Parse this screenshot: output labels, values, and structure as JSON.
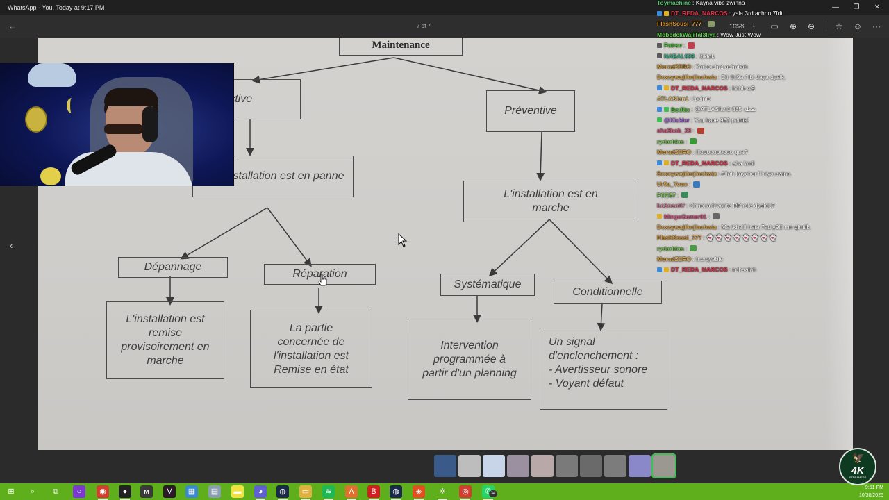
{
  "window": {
    "title": "WhatsApp - You, Today at 9:17 PM",
    "controls": {
      "minimize": "—",
      "restore": "❐",
      "close": "✕"
    }
  },
  "viewer": {
    "back_icon": "←",
    "page_counter": "7 of 7",
    "zoom_level": "165%",
    "zoom_caret": "⌄",
    "icons": {
      "fit": "▭",
      "zoom_in": "⊕",
      "zoom_out": "⊖",
      "favorite": "☆",
      "emoji": "☺",
      "more": "···"
    },
    "prev_icon": "‹"
  },
  "document": {
    "root": "Maintenance",
    "corrective": "rective",
    "corrective_state": "nstallation est en panne",
    "preventive": "Préventive",
    "preventive_state": "L'installation est en marche",
    "depannage": "Dépannage",
    "depannage_desc": "L'installation est remise provisoirement en marche",
    "reparation": "Réparation",
    "reparation_desc": "La partie concernée de l'installation est Remise en état",
    "systematique": "Systématique",
    "systematique_desc": "Intervention programmée à partir d'un planning",
    "conditionnelle": "Conditionnelle",
    "conditionnelle_desc_1": "Un signal d'enclenchement :",
    "conditionnelle_desc_2": "- Avertisseur sonore",
    "conditionnelle_desc_3": "- Voyant défaut"
  },
  "chat": [
    {
      "user": "Toymachine",
      "color": "#4fc36a",
      "msg": ": Kayna vibe zwinna",
      "badges": []
    },
    {
      "user": "DT_REDA_NARCOS",
      "color": "#e0304a",
      "msg": ": yala 3rd achno 7fdti",
      "badges": [
        "#3a8be0",
        "#e0b020"
      ]
    },
    {
      "user": "FlashSousi_777",
      "color": "#e39a2a",
      "msg": ":",
      "badges": [],
      "emote": "#8a9a6a"
    },
    {
      "user": "MobedekWajiTal3liya",
      "color": "#5fd04a",
      "msg": ": Wow Just Wow",
      "badges": []
    },
    {
      "user": "Patrav",
      "color": "#5fd04a",
      "msg": ":",
      "badges": [
        "#5a5a5a"
      ],
      "emote": "#c04050"
    },
    {
      "user": "NABAL999",
      "color": "#3ab08a",
      "msg": ": !tiktok",
      "badges": [
        "#5a5a5a"
      ]
    },
    {
      "user": "MoradZERO",
      "color": "#d9a040",
      "msg": ": 7arko chat achabab",
      "badges": []
    },
    {
      "user": "Doxxywajiferjfachwia",
      "color": "#d9a040",
      "msg": ": Dir thi9a f ibi daya dyalk.",
      "badges": []
    },
    {
      "user": "DT_REDA_NARCOS",
      "color": "#e0304a",
      "msg": ": hhhh w9",
      "badges": [
        "#3a8be0",
        "#e0b020"
      ]
    },
    {
      "user": "ATLASfan1",
      "color": "#e0c070",
      "msg": ": !points",
      "badges": []
    },
    {
      "user": "BotRix",
      "color": "#5fd04a",
      "msg": ": @ATLASfan1 885 نقطة",
      "badges": [
        "#3a8be0",
        "#3fbf55"
      ]
    },
    {
      "user": "@Kickler",
      "color": "#b070e0",
      "msg": ": You have 960 points!",
      "badges": [
        "#3fbf55"
      ]
    },
    {
      "user": "sha3bob_33",
      "color": "#e05080",
      "msg": ":",
      "badges": [],
      "emote": "#b04030"
    },
    {
      "user": "rydarkfan",
      "color": "#7fd05a",
      "msg": ":",
      "badges": [],
      "emote": "#3a9a3a"
    },
    {
      "user": "MoradZERO",
      "color": "#d9a040",
      "msg": ": Illoooooooooo que?",
      "badges": []
    },
    {
      "user": "DT_REDA_NARCOS",
      "color": "#e0304a",
      "msg": ": aha kmil",
      "badges": [
        "#3a8be0",
        "#e0b020"
      ]
    },
    {
      "user": "Doxxywajiferjfachwia",
      "color": "#d9a040",
      "msg": ": Allah kaychouf Iniya zwina.",
      "badges": []
    },
    {
      "user": "Ur9a_Yous",
      "color": "#d9a040",
      "msg": ":",
      "badges": [],
      "emote": "#3a7ac0"
    },
    {
      "user": "FOX57",
      "color": "#7fd05a",
      "msg": ":",
      "badges": [],
      "emote": "#3a8a5a"
    },
    {
      "user": "bo3ooo07",
      "color": "#e08aa0",
      "msg": ": Chnoua favorite RP role dyalek?",
      "badges": []
    },
    {
      "user": "MingoGamer01",
      "color": "#e05080",
      "msg": ":",
      "badges": [
        "#e0b020"
      ],
      "emote": "#666666"
    },
    {
      "user": "Doxxywajiferjfachwia",
      "color": "#d9a040",
      "msg": ": Ma tkhelli hata 7ad y9lil mn qimtik.",
      "badges": []
    },
    {
      "user": "FlashSousi_777",
      "color": "#e39a2a",
      "msg": ": 👻 👻 👻 👻 👻 👻 👻 👻",
      "badges": []
    },
    {
      "user": "rydarkfan",
      "color": "#7fd05a",
      "msg": ":",
      "badges": [],
      "emote": "#4a9a4a"
    },
    {
      "user": "MoradZERO",
      "color": "#d9a040",
      "msg": ": Incroyable",
      "badges": []
    },
    {
      "user": "DT_REDA_NARCOS",
      "color": "#e0304a",
      "msg": ": nchaalah",
      "badges": [
        "#3a8be0",
        "#e0b020"
      ]
    }
  ],
  "thumbnails": [
    {
      "label": "photo-person",
      "color": "#3a5a8a"
    },
    {
      "label": "cable-photo",
      "color": "#bdbdbd"
    },
    {
      "label": "diagram-page",
      "color": "#c8d4e8"
    },
    {
      "label": "notebook-page",
      "color": "#9a90a0"
    },
    {
      "label": "notes-page",
      "color": "#b8a8a8"
    },
    {
      "label": "doc-page-1",
      "color": "#7a7a7a"
    },
    {
      "label": "doc-page-2",
      "color": "#6a6a6a"
    },
    {
      "label": "doc-page-3",
      "color": "#7c7c7c"
    },
    {
      "label": "doc-page-4",
      "color": "#8a88c8"
    },
    {
      "label": "doc-page-current",
      "color": "#9a9890",
      "active": true
    }
  ],
  "logo": {
    "text": "4K",
    "sub": "STREAMERS",
    "bird": "🦅"
  },
  "taskbar": {
    "apps": [
      {
        "name": "start",
        "glyph": "⊞",
        "bg": "transparent"
      },
      {
        "name": "search",
        "glyph": "⌕",
        "bg": "transparent"
      },
      {
        "name": "task-view",
        "glyph": "⧉",
        "bg": "transparent"
      },
      {
        "name": "cortana",
        "glyph": "○",
        "bg": "#7a3ad0"
      },
      {
        "name": "chrome-profile",
        "glyph": "◉",
        "bg": "#d04030"
      },
      {
        "name": "obs",
        "glyph": "●",
        "bg": "#222222"
      },
      {
        "name": "app-mask",
        "glyph": "ᴍ",
        "bg": "#3a3a3a"
      },
      {
        "name": "valorant",
        "glyph": "V",
        "bg": "#2a1a2a"
      },
      {
        "name": "app-blue",
        "glyph": "▦",
        "bg": "#3a8ad0"
      },
      {
        "name": "app-monitor",
        "glyph": "▤",
        "bg": "#8aa0b0"
      },
      {
        "name": "sticky-notes",
        "glyph": "▬",
        "bg": "#f0e040"
      },
      {
        "name": "discord-like",
        "glyph": "◕",
        "bg": "#6060d0"
      },
      {
        "name": "steam",
        "glyph": "◍",
        "bg": "#1a2a4a"
      },
      {
        "name": "file-explorer",
        "glyph": "▭",
        "bg": "#e0b040"
      },
      {
        "name": "spotify",
        "glyph": "≋",
        "bg": "#1db954"
      },
      {
        "name": "app-orange",
        "glyph": "Λ",
        "bg": "#e07030"
      },
      {
        "name": "app-red",
        "glyph": "B",
        "bg": "#d02020"
      },
      {
        "name": "steam-2",
        "glyph": "◍",
        "bg": "#1a2a4a"
      },
      {
        "name": "brave",
        "glyph": "◈",
        "bg": "#e05020"
      },
      {
        "name": "steelseries",
        "glyph": "✲",
        "bg": "transparent"
      },
      {
        "name": "chrome",
        "glyph": "◎",
        "bg": "#d04030"
      },
      {
        "name": "whatsapp",
        "glyph": "✆",
        "bg": "#25d366"
      }
    ],
    "whatsapp_badge": "34",
    "time": "9:51 PM",
    "date": "10/30/2025"
  }
}
